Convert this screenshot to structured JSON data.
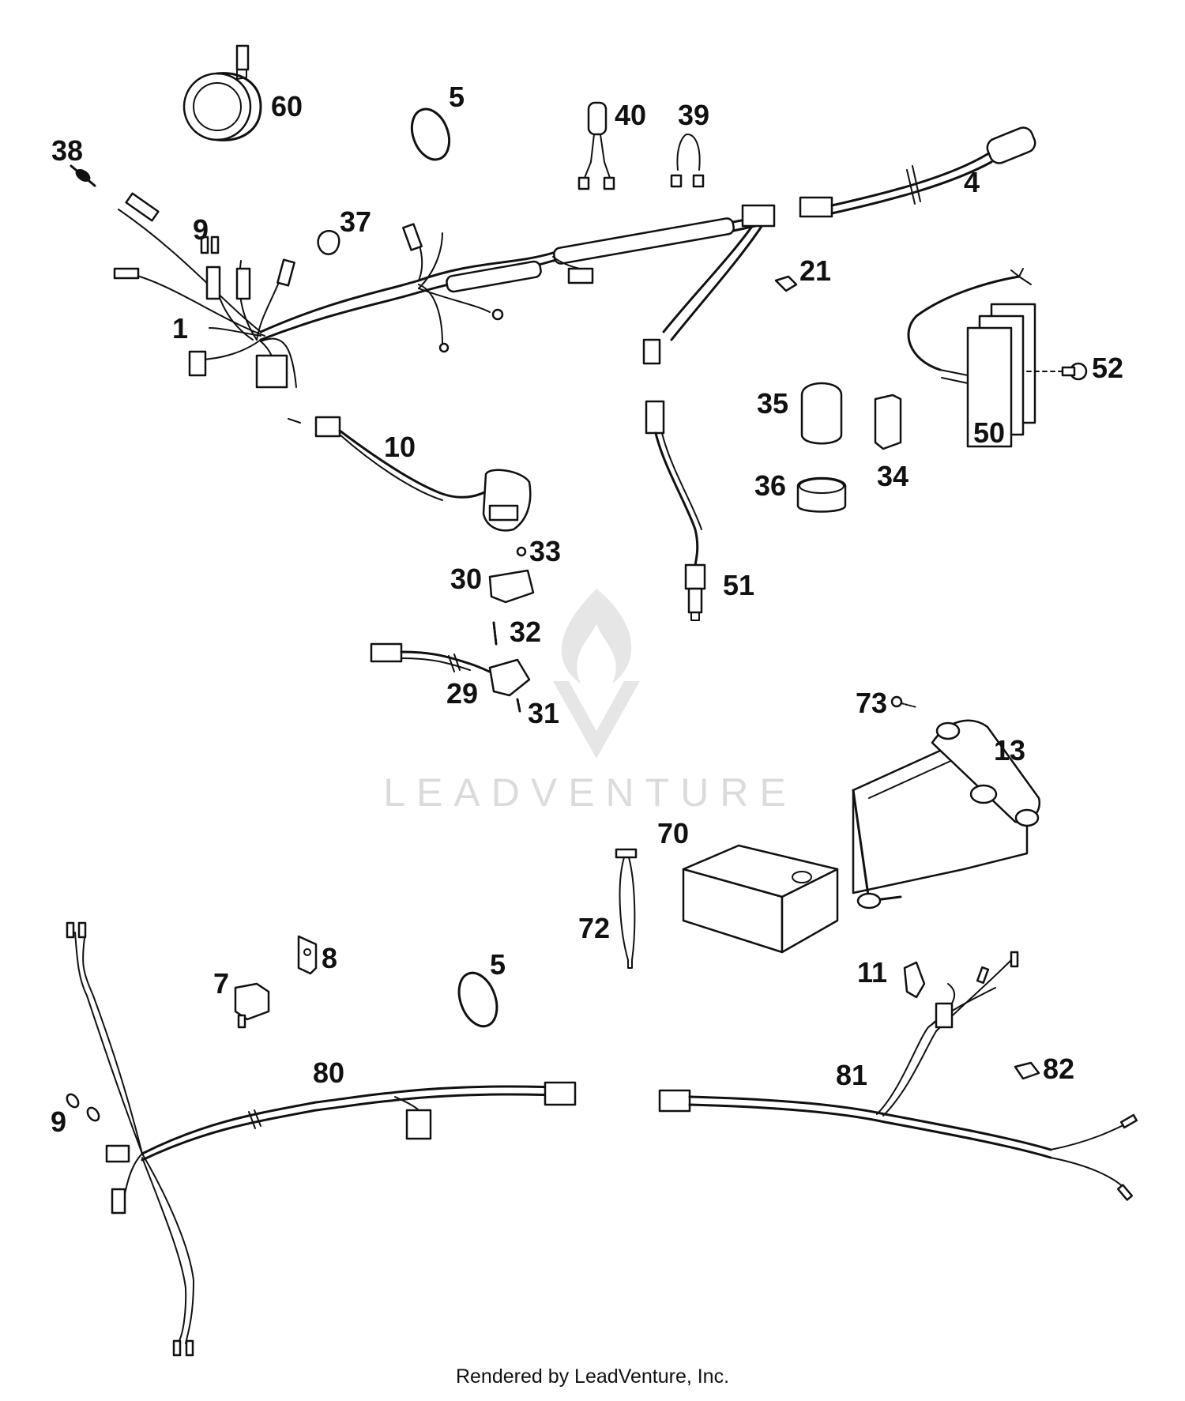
{
  "parts": [
    {
      "id": "p1",
      "label": "1"
    },
    {
      "id": "p4",
      "label": "4"
    },
    {
      "id": "p5a",
      "label": "5"
    },
    {
      "id": "p5b",
      "label": "5"
    },
    {
      "id": "p7",
      "label": "7"
    },
    {
      "id": "p8",
      "label": "8"
    },
    {
      "id": "p9a",
      "label": "9"
    },
    {
      "id": "p9b",
      "label": "9"
    },
    {
      "id": "p10",
      "label": "10"
    },
    {
      "id": "p11",
      "label": "11"
    },
    {
      "id": "p13",
      "label": "13"
    },
    {
      "id": "p21",
      "label": "21"
    },
    {
      "id": "p29",
      "label": "29"
    },
    {
      "id": "p30",
      "label": "30"
    },
    {
      "id": "p31",
      "label": "31"
    },
    {
      "id": "p32",
      "label": "32"
    },
    {
      "id": "p33",
      "label": "33"
    },
    {
      "id": "p34",
      "label": "34"
    },
    {
      "id": "p35",
      "label": "35"
    },
    {
      "id": "p36",
      "label": "36"
    },
    {
      "id": "p37",
      "label": "37"
    },
    {
      "id": "p38",
      "label": "38"
    },
    {
      "id": "p39",
      "label": "39"
    },
    {
      "id": "p40",
      "label": "40"
    },
    {
      "id": "p50",
      "label": "50"
    },
    {
      "id": "p51",
      "label": "51"
    },
    {
      "id": "p52",
      "label": "52"
    },
    {
      "id": "p60",
      "label": "60"
    },
    {
      "id": "p70",
      "label": "70"
    },
    {
      "id": "p72",
      "label": "72"
    },
    {
      "id": "p73",
      "label": "73"
    },
    {
      "id": "p80",
      "label": "80"
    },
    {
      "id": "p81",
      "label": "81"
    },
    {
      "id": "p82",
      "label": "82"
    }
  ],
  "watermark": {
    "text": "LEADVENTURE",
    "logo_icon": "leadventure-flame-logo"
  },
  "footer": {
    "text": "Rendered by LeadVenture, Inc."
  }
}
